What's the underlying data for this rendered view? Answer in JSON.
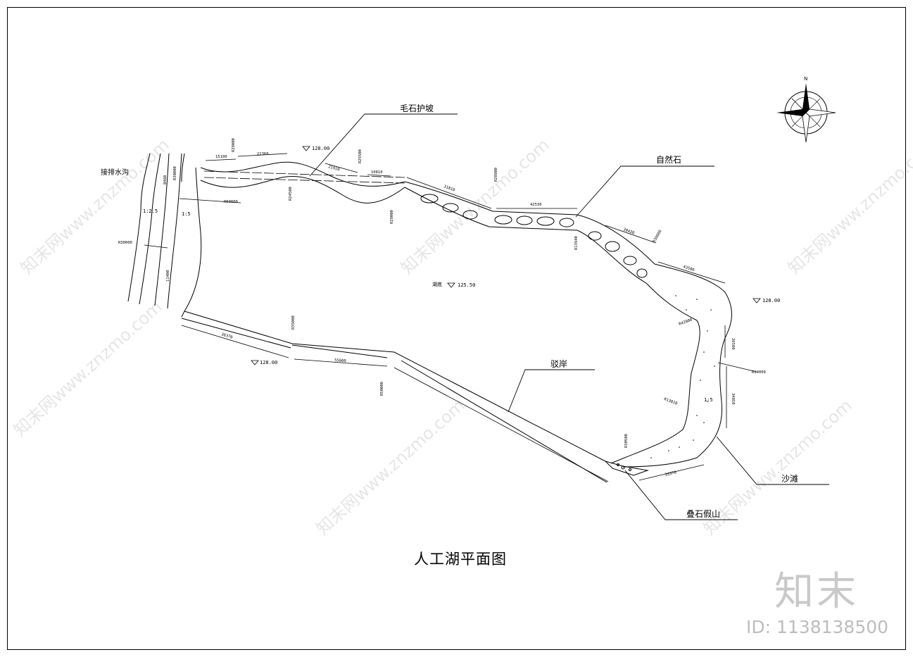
{
  "title": "人工湖平面图",
  "labels": {
    "rubble_slope": "毛石护坡",
    "natural_stone": "自然石",
    "revetment": "驳岸",
    "beach": "沙滩",
    "rockery": "叠石假山",
    "drain": "接排水沟",
    "lake_bottom": "湖底"
  },
  "elevations": {
    "top_center": "128.00",
    "right": "128.00",
    "left_bottom": "128.00",
    "lake_bottom": "125.50"
  },
  "slopes": {
    "left_a": "1:2.5",
    "left_b": "1:5",
    "right": "1:5"
  },
  "dims": {
    "d1": "15100",
    "d2": "21360",
    "d3": "21910",
    "d4": "10810",
    "d5": "31810",
    "d6": "42530",
    "d7": "30420",
    "d8": "43500",
    "d9": "26500",
    "d10": "34850",
    "d11": "33370",
    "d12": "38370",
    "d13": "55600",
    "d14": "8460",
    "d15": "11400"
  },
  "radii": {
    "r1": "R29000",
    "r2": "R24500",
    "r3": "R29000",
    "r4": "R25500",
    "r5": "R50000",
    "r6": "R30000",
    "r7": "R28900",
    "r8": "R13940",
    "r9": "R30000",
    "r10": "R42000",
    "r11": "R14000",
    "r12": "R13010",
    "r13": "R30500",
    "r14": "R35000",
    "r15": "R50000",
    "r16": "R30000"
  },
  "compass": {
    "north": "N"
  },
  "watermark": {
    "text": "知末网www.znzmo.com",
    "brand": "知末",
    "id": "ID: 1138138500"
  },
  "colors": {
    "line": "#000000",
    "watermark": "#c9c9c9"
  }
}
